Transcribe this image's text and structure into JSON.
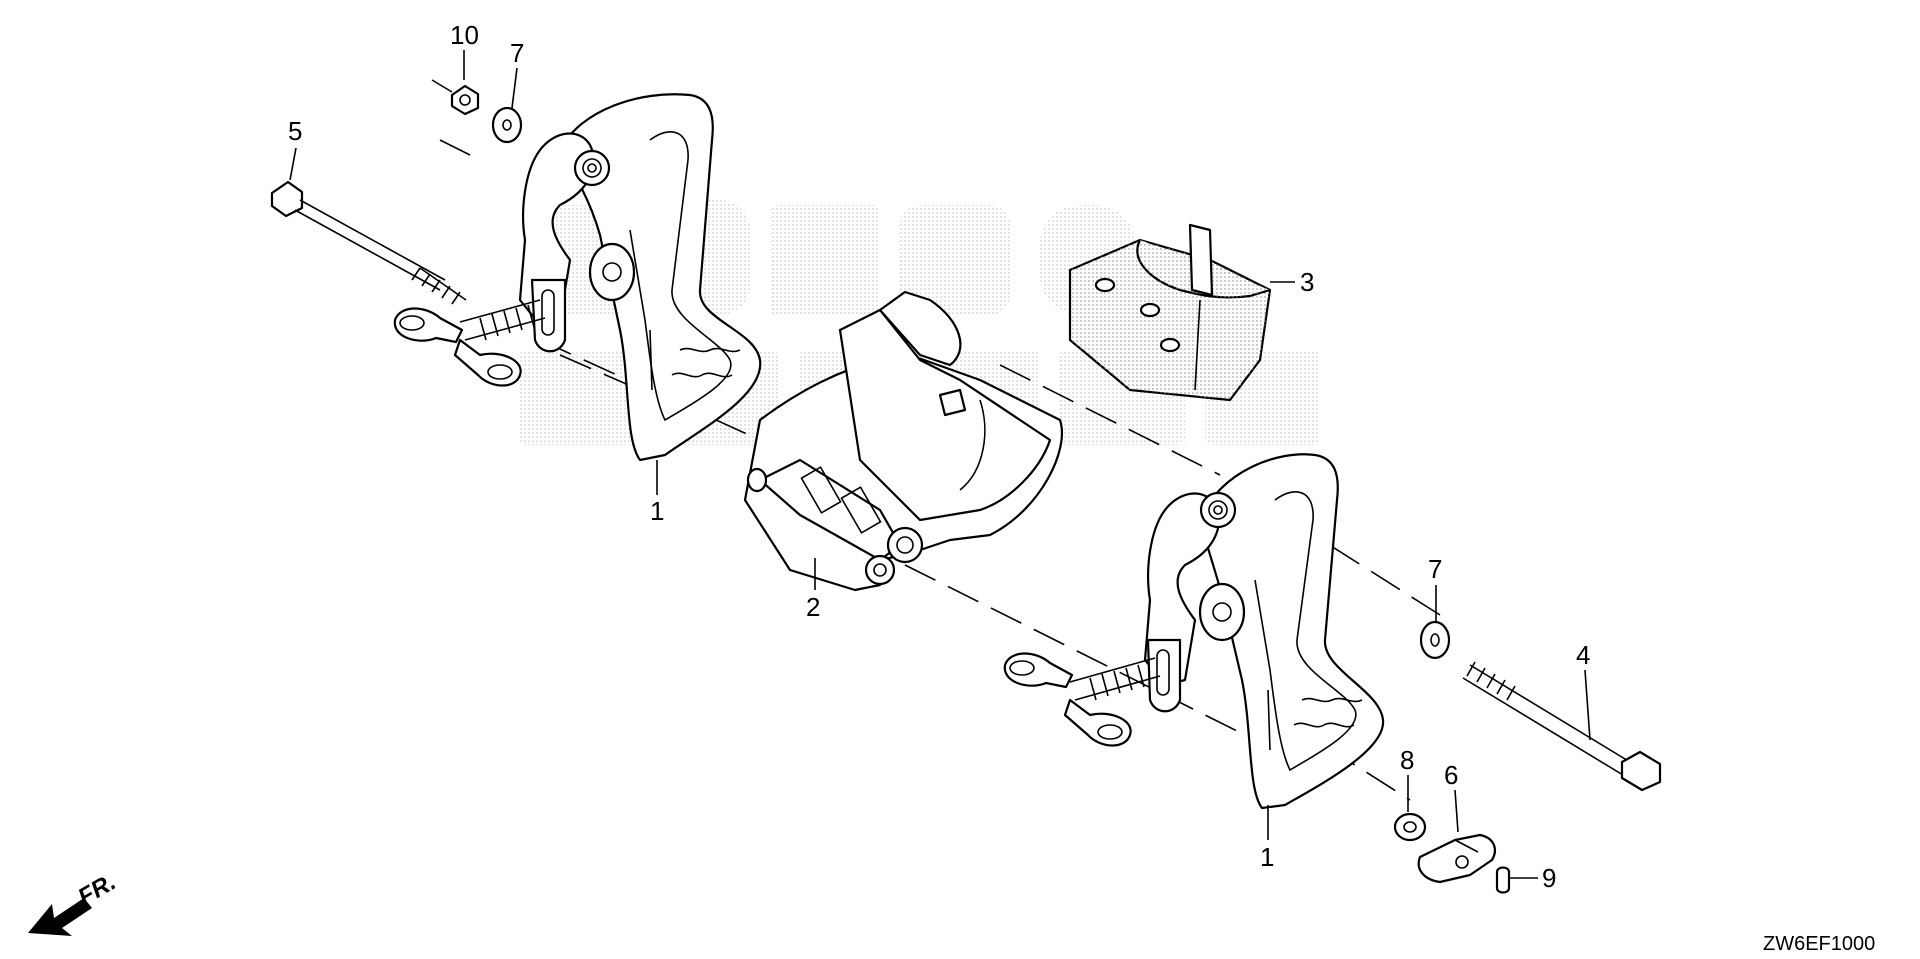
{
  "diagram": {
    "code": "ZW6EF1000",
    "direction_label": "FR.",
    "callouts": [
      {
        "key": "c10",
        "text": "10"
      },
      {
        "key": "c7a",
        "text": "7"
      },
      {
        "key": "c5",
        "text": "5"
      },
      {
        "key": "c3",
        "text": "3"
      },
      {
        "key": "c1a",
        "text": "1"
      },
      {
        "key": "c2",
        "text": "2"
      },
      {
        "key": "c7b",
        "text": "7"
      },
      {
        "key": "c4",
        "text": "4"
      },
      {
        "key": "c8",
        "text": "8"
      },
      {
        "key": "c6",
        "text": "6"
      },
      {
        "key": "c1b",
        "text": "1"
      },
      {
        "key": "c9",
        "text": "9"
      }
    ]
  },
  "colors": {
    "line": "#000000",
    "background": "#ffffff",
    "watermark": "#9a9a9a"
  }
}
